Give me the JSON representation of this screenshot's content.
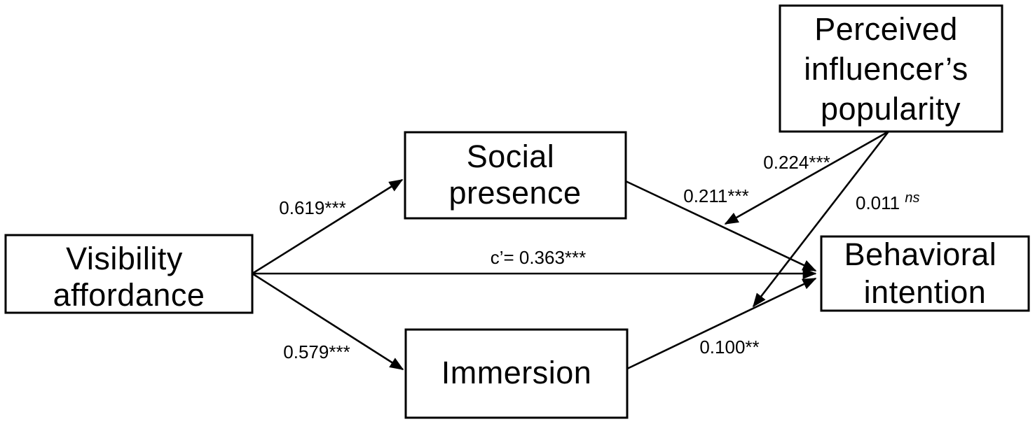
{
  "figure": {
    "type": "path-diagram",
    "description": "Moderated mediation model",
    "colors": {
      "background": "#ffffff",
      "line": "#000000",
      "text": "#000000"
    }
  },
  "nodes": {
    "visibility_affordance": {
      "lines": [
        "Visibility",
        "affordance"
      ]
    },
    "social_presence": {
      "lines": [
        "Social",
        "presence"
      ]
    },
    "immersion": {
      "lines": [
        "Immersion"
      ]
    },
    "perceived_influencers_popularity": {
      "lines": [
        "Perceived",
        "influencer’s",
        "popularity"
      ]
    },
    "behavioral_intention": {
      "lines": [
        "Behavioral",
        "intention"
      ]
    }
  },
  "paths": {
    "va_to_sp": {
      "from": "visibility_affordance",
      "to": "social_presence",
      "label": "0.619***"
    },
    "va_to_im": {
      "from": "visibility_affordance",
      "to": "immersion",
      "label": "0.579***"
    },
    "va_to_bi_direct": {
      "from": "visibility_affordance",
      "to": "behavioral_intention",
      "label": "c’= 0.363***"
    },
    "sp_to_bi": {
      "from": "social_presence",
      "to": "behavioral_intention",
      "label": "0.211***"
    },
    "im_to_bi": {
      "from": "immersion",
      "to": "behavioral_intention",
      "label": "0.100**"
    },
    "pop_moderates_sp_bi": {
      "from": "perceived_influencers_popularity",
      "to": "sp_to_bi_path",
      "label": "0.224***"
    },
    "pop_moderates_im_bi": {
      "from": "perceived_influencers_popularity",
      "to": "im_to_bi_path",
      "value": "0.011",
      "superscript": "ns"
    }
  }
}
